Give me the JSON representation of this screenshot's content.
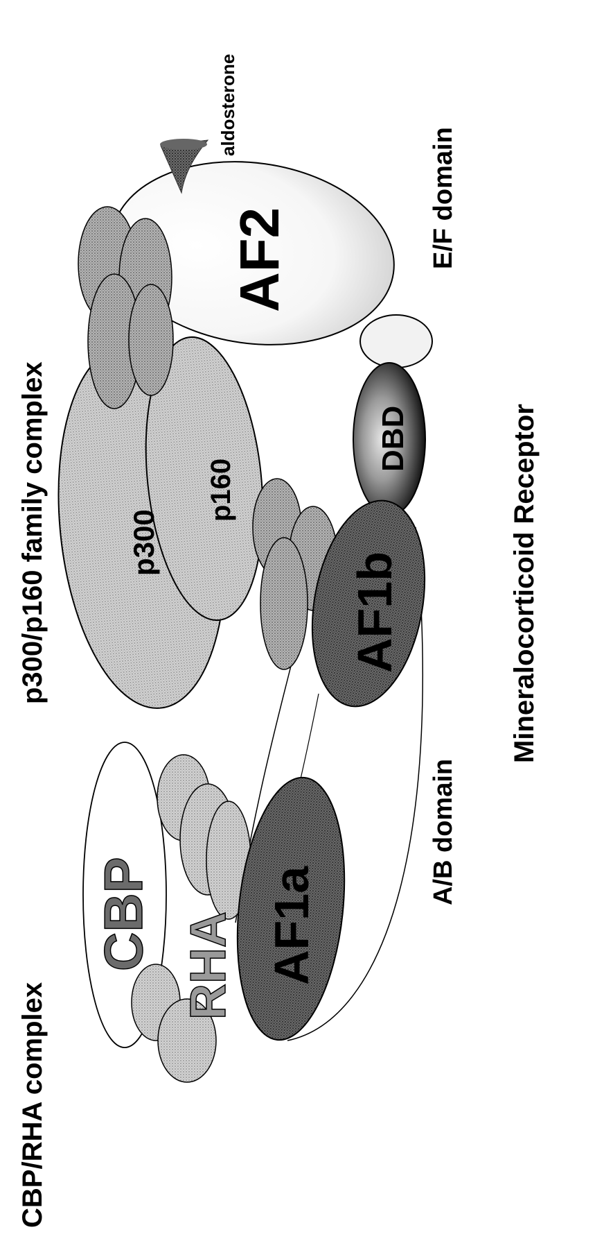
{
  "labels": {
    "cbp_rha_complex": "CBP/RHA complex",
    "p300_p160_complex": "p300/p160 family complex",
    "aldosterone": "aldosterone",
    "ef_domain": "E/F domain",
    "ab_domain": "A/B domain",
    "mineralocorticoid_receptor": "Mineralocorticoid Receptor"
  },
  "components": {
    "cbp": "CBP",
    "rha": "RHA",
    "af1a": "AF1a",
    "af1b": "AF1b",
    "p300": "p300",
    "p160": "p160",
    "dbd": "DBD",
    "af2": "AF2"
  },
  "colors": {
    "stipple_light": "#bdbdbd",
    "stipple_mid": "#8f8f8f",
    "stipple_dark": "#5a5a5a",
    "dbd_dark": "#1a1a1a",
    "outline": "#000000",
    "white": "#ffffff"
  }
}
